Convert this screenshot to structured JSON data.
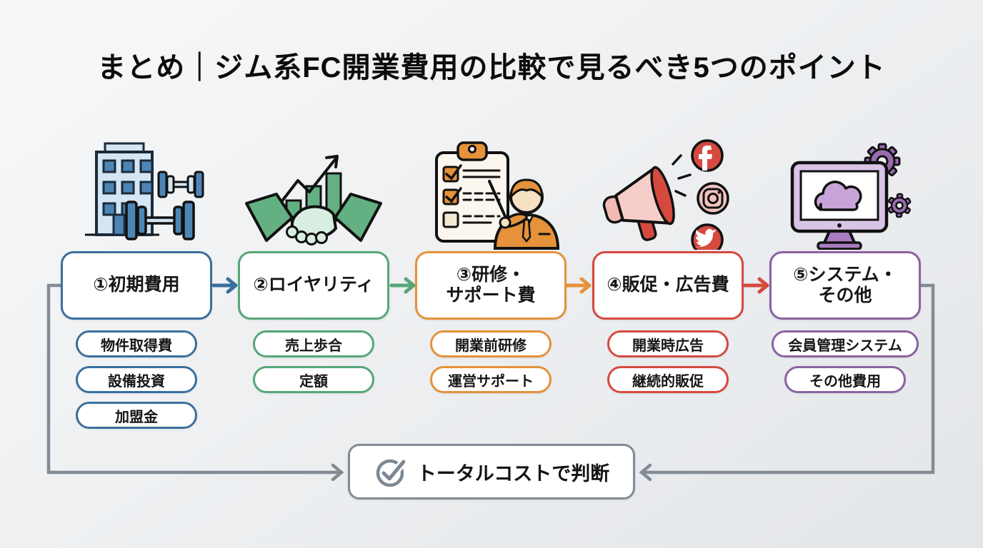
{
  "title": "まとめ｜ジム系FC開業費用の比較で見るべき5つのポイント",
  "columns": [
    {
      "label": "①初期費用",
      "icon": "building-dumbbells-icon",
      "color": "#3a6f9f",
      "items": [
        "物件取得費",
        "設備投資",
        "加盟金"
      ]
    },
    {
      "label": "②ロイヤリティ",
      "icon": "handshake-growth-icon",
      "color": "#57a678",
      "items": [
        "売上歩合",
        "定額"
      ]
    },
    {
      "label": "③研修・\nサポート費",
      "icon": "training-checklist-icon",
      "color": "#e5923a",
      "items": [
        "開業前研修",
        "運営サポート"
      ]
    },
    {
      "label": "④販促・広告費",
      "icon": "megaphone-social-icon",
      "color": "#d6493f",
      "items": [
        "開業時広告",
        "継続的販促"
      ]
    },
    {
      "label": "⑤システム・\nその他",
      "icon": "system-monitor-icon",
      "color": "#8b62a1",
      "items": [
        "会員管理システム",
        "その他費用"
      ]
    }
  ],
  "conclusion": {
    "label": "トータルコストで判断",
    "icon": "check-circle-icon",
    "color": "#7d8893"
  },
  "connector_color": "#828c96"
}
